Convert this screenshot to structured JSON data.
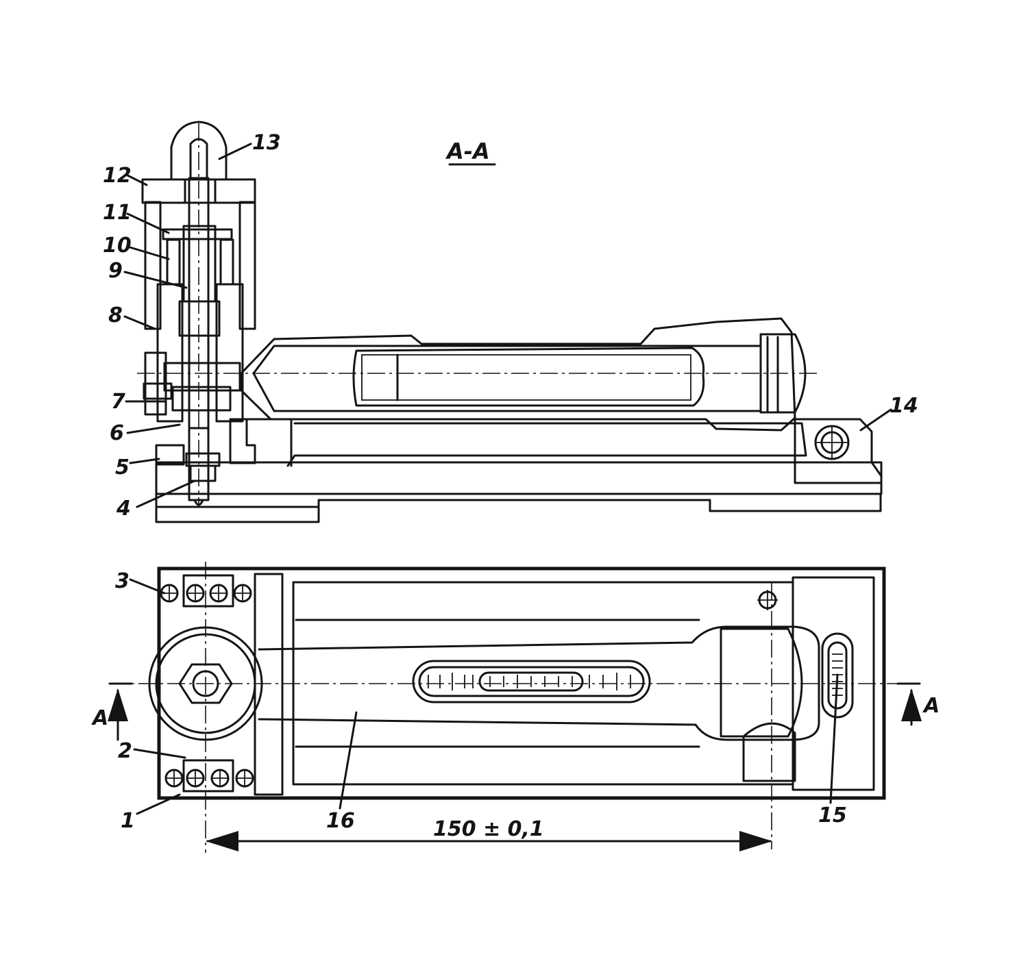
{
  "section_title": "A-A",
  "section_mark": "A",
  "dimension": "150 ± 0,1",
  "parts": {
    "p1": "1",
    "p2": "2",
    "p3": "3",
    "p4": "4",
    "p5": "5",
    "p6": "6",
    "p7": "7",
    "p8": "8",
    "p9": "9",
    "p10": "10",
    "p11": "11",
    "p12": "12",
    "p13": "13",
    "p14": "14",
    "p15": "15",
    "p16": "16"
  }
}
